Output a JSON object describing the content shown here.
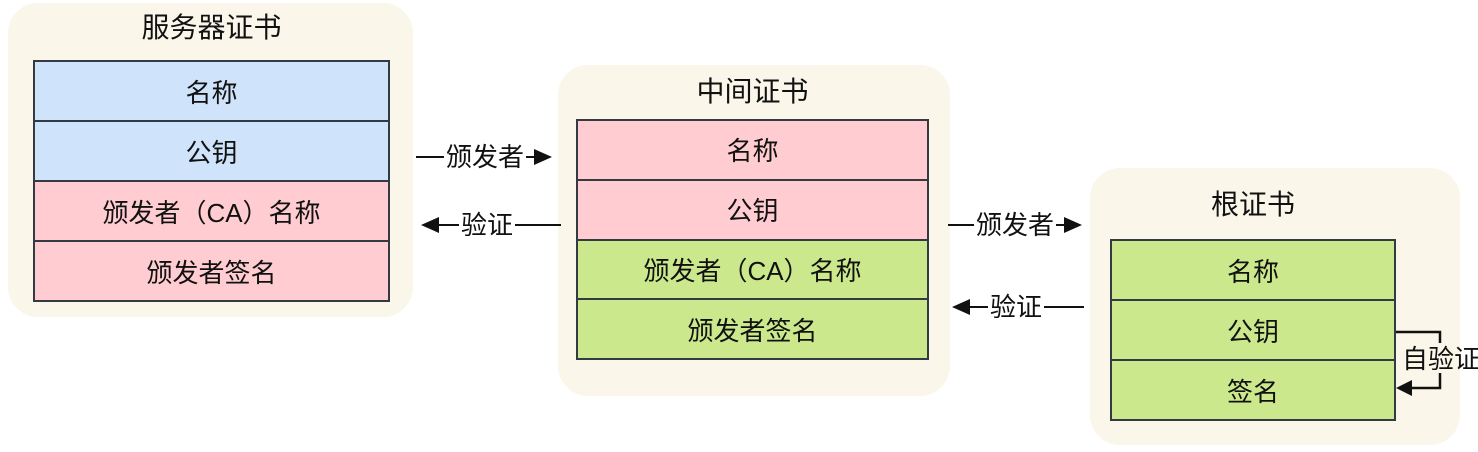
{
  "colors": {
    "card-bg": "#faf6e9",
    "row-blue": "#cfe3fb",
    "row-pink": "#ffcdd1",
    "row-green": "#cbe98c",
    "table-border": "#333a41",
    "arrow": "#111111",
    "text": "#111111",
    "page-bg": "#ffffff"
  },
  "cards": {
    "server": {
      "title": "服务器证书",
      "rows": [
        {
          "label": "名称"
        },
        {
          "label": "公钥"
        },
        {
          "label": "颁发者（CA）名称"
        },
        {
          "label": "颁发者签名"
        }
      ]
    },
    "intermediate": {
      "title": "中间证书",
      "rows": [
        {
          "label": "名称"
        },
        {
          "label": "公钥"
        },
        {
          "label": "颁发者（CA）名称"
        },
        {
          "label": "颁发者签名"
        }
      ]
    },
    "root": {
      "title": "根证书",
      "rows": [
        {
          "label": "名称"
        },
        {
          "label": "公钥"
        },
        {
          "label": "签名"
        }
      ]
    }
  },
  "arrows": {
    "issuer_left": {
      "label": "颁发者",
      "direction": "right"
    },
    "verify_left": {
      "label": "验证",
      "direction": "left"
    },
    "issuer_right": {
      "label": "颁发者",
      "direction": "right"
    },
    "verify_right": {
      "label": "验证",
      "direction": "left"
    },
    "self_verify": {
      "label": "自验证"
    }
  }
}
